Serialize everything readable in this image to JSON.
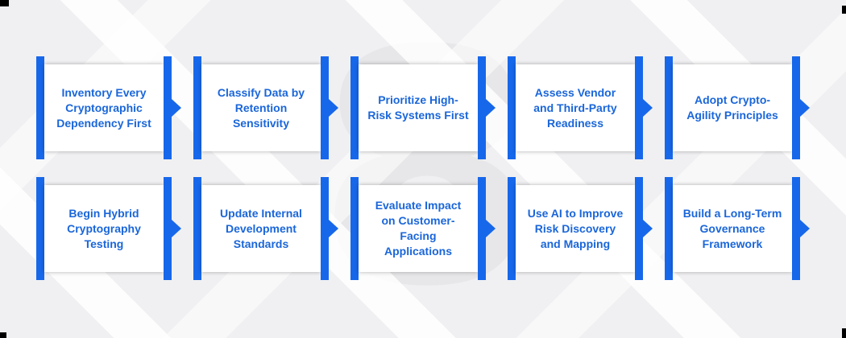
{
  "page": {
    "watermark_glyph": "8",
    "background_color": "#f0f0f2"
  },
  "colors": {
    "accent_blue": "#1767EA",
    "label_blue": "#1A66D9",
    "card_background": "#FFFFFF",
    "watermark_gray": "#E7E7E9"
  },
  "flow": {
    "rows": [
      {
        "steps": [
          {
            "label": "Inventory Every\nCryptographic\nDependency First"
          },
          {
            "label": "Classify Data by\nRetention\nSensitivity"
          },
          {
            "label": "Prioritize High-\nRisk Systems First"
          },
          {
            "label": "Assess Vendor\nand Third-Party\nReadiness"
          },
          {
            "label": "Adopt Crypto-\nAgility Principles"
          }
        ]
      },
      {
        "steps": [
          {
            "label": "Begin Hybrid\nCryptography\nTesting"
          },
          {
            "label": "Update Internal\nDevelopment\nStandards"
          },
          {
            "label": "Evaluate Impact\non Customer-\nFacing\nApplications"
          },
          {
            "label": "Use AI to Improve\nRisk Discovery\nand Mapping"
          },
          {
            "label": "Build a Long-Term\nGovernance\nFramework"
          }
        ]
      }
    ]
  }
}
